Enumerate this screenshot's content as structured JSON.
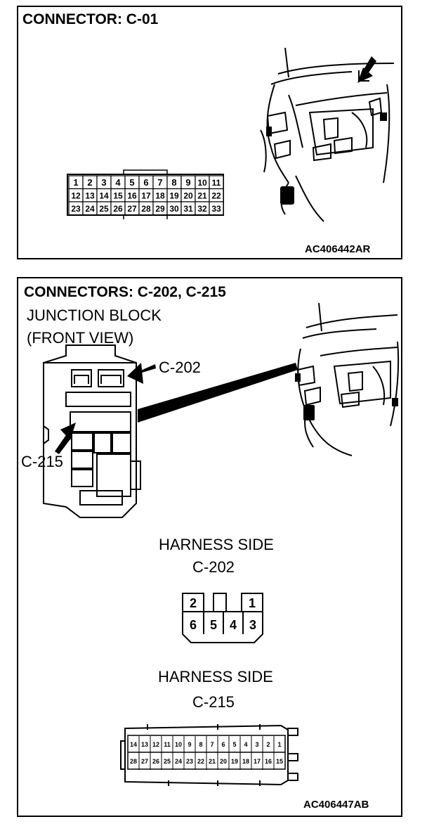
{
  "panel1": {
    "title": "CONNECTOR: C-01",
    "code": "AC406442AR",
    "connector_rows": [
      [
        "1",
        "2",
        "3",
        "4",
        "5",
        "6",
        "7",
        "8",
        "9",
        "10",
        "11"
      ],
      [
        "12",
        "13",
        "14",
        "15",
        "16",
        "17",
        "18",
        "19",
        "20",
        "21",
        "22"
      ],
      [
        "23",
        "24",
        "25",
        "26",
        "27",
        "28",
        "29",
        "30",
        "31",
        "32",
        "33"
      ]
    ]
  },
  "panel2": {
    "title": "CONNECTORS: C-202, C-215",
    "subtitle_line1": "JUNCTION BLOCK",
    "subtitle_line2": "(FRONT VIEW)",
    "label_c202": "C-202",
    "label_c215": "C-215",
    "harness_c202_line1": "HARNESS SIDE",
    "harness_c202_line2": "C-202",
    "c202_top": [
      "2",
      "",
      "1"
    ],
    "c202_bottom": [
      "6",
      "5",
      "4",
      "3"
    ],
    "harness_c215_line1": "HARNESS SIDE",
    "harness_c215_line2": "C-215",
    "c215_top": [
      "14",
      "13",
      "12",
      "11",
      "10",
      "9",
      "8",
      "7",
      "6",
      "5",
      "4",
      "3",
      "2",
      "1"
    ],
    "c215_bottom": [
      "28",
      "27",
      "26",
      "25",
      "24",
      "23",
      "22",
      "21",
      "20",
      "19",
      "18",
      "17",
      "16",
      "15"
    ],
    "code": "AC406447AB"
  }
}
